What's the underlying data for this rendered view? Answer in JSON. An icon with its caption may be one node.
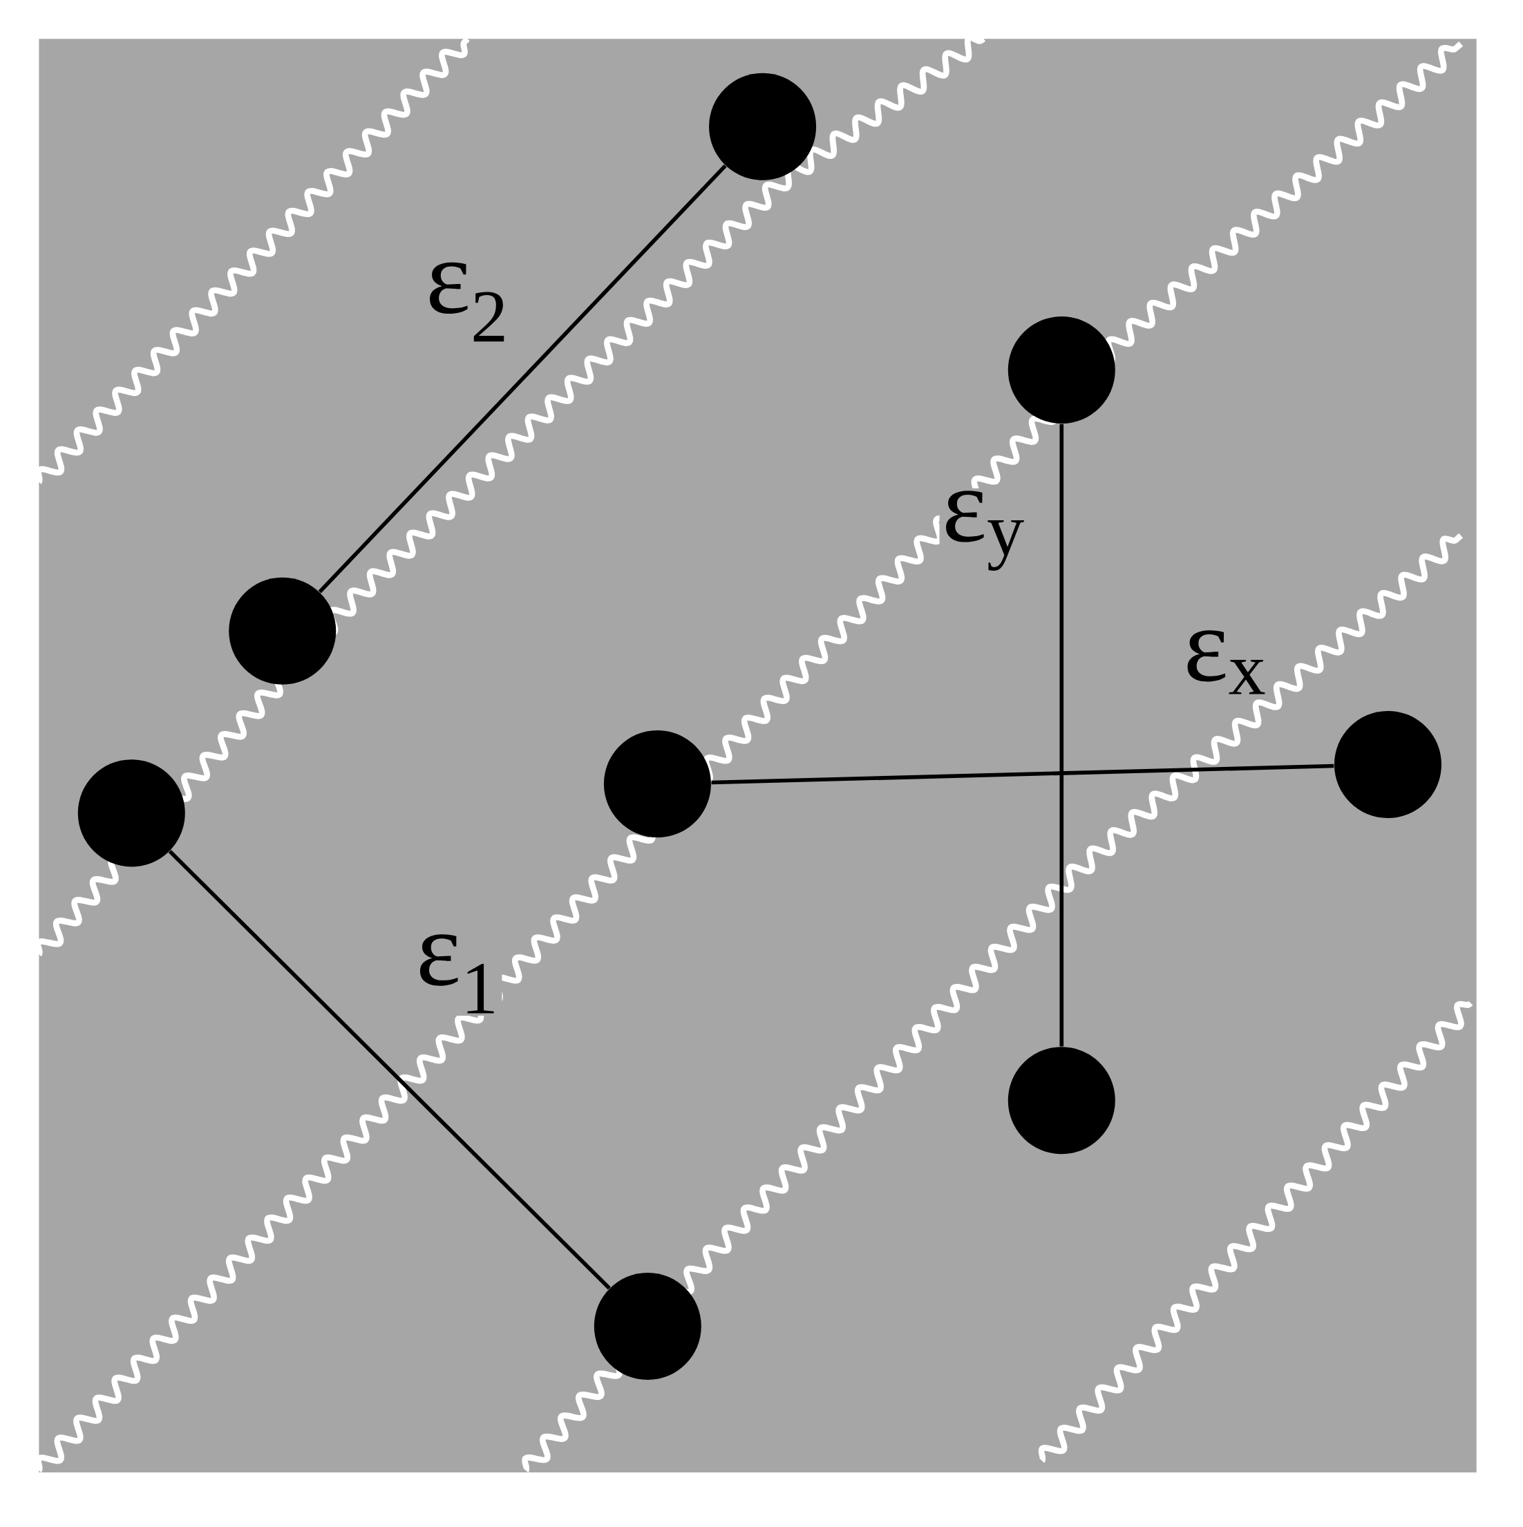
{
  "diagram": {
    "nodes": [
      {
        "text": [],
        "shape": "circle"
      },
      {
        "text": [],
        "shape": "circle"
      },
      {
        "text": [],
        "shape": "circle"
      },
      {
        "text": [],
        "shape": "circle"
      },
      {
        "text": [],
        "shape": "circle"
      },
      {
        "text": [],
        "shape": "circle"
      },
      {
        "text": [],
        "shape": "circle"
      },
      {
        "text": [],
        "shape": "circle"
      }
    ],
    "edges": [
      {
        "from": 0,
        "to": 2,
        "arrow": "none",
        "label": "ε$_{2}$"
      },
      {
        "from": 1,
        "to": 6,
        "arrow": "none",
        "label": "ε$_{y}$"
      },
      {
        "from": 4,
        "to": 3,
        "arrow": "none",
        "label": "ε$_{x}$"
      },
      {
        "from": 5,
        "to": 7,
        "arrow": "none",
        "label": "ε$_{1}$"
      }
    ]
  }
}
